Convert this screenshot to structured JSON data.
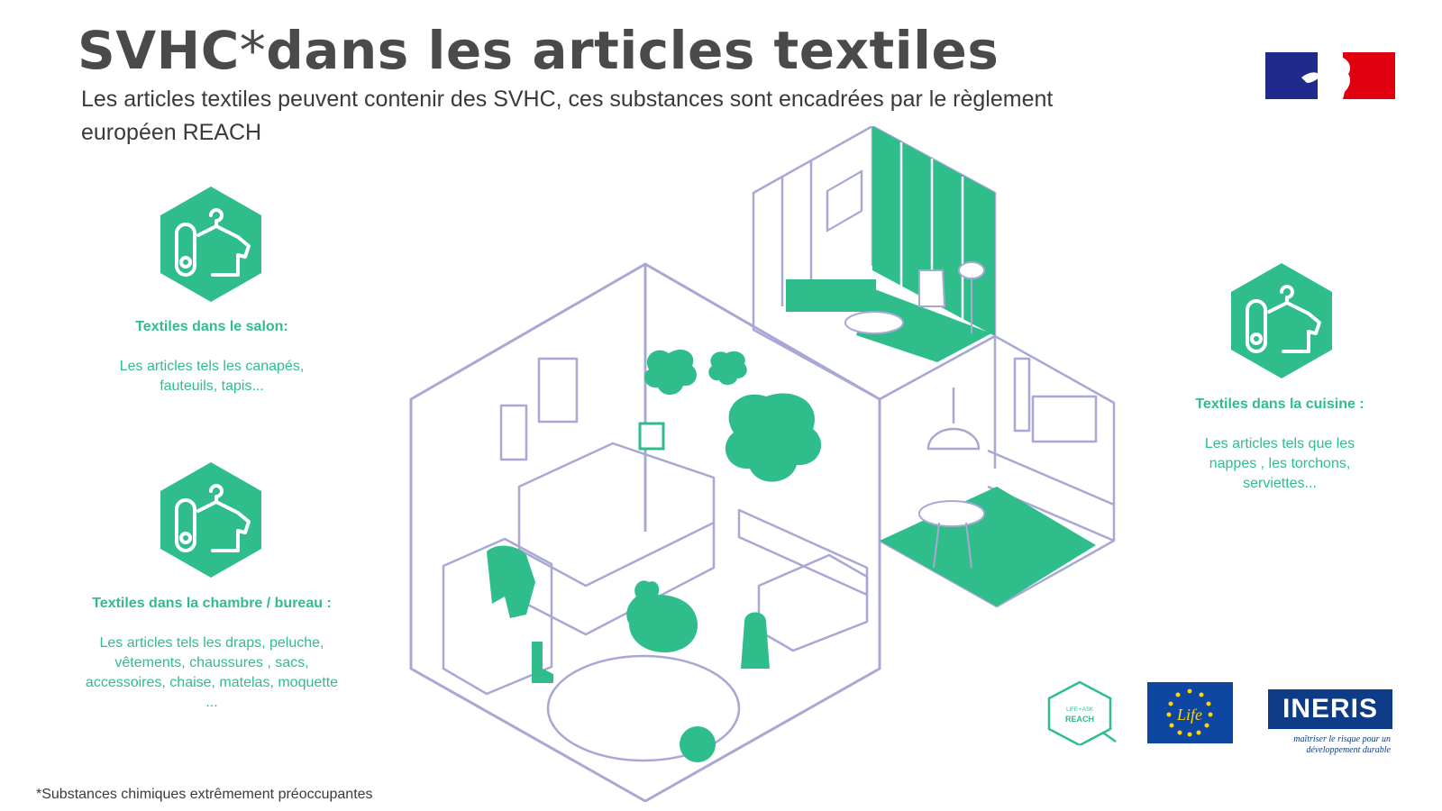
{
  "header": {
    "title_main": "SVHC",
    "title_star": "*",
    "title_rest": "dans les articles textiles",
    "subtitle": "Les articles textiles peuvent contenir des SVHC, ces substances sont encadrées par le règlement européen REACH"
  },
  "cards": [
    {
      "icon": "textile-hanger-icon",
      "heading": "Textiles dans le salon:",
      "text": "Les articles tels les canapés, fauteuils, tapis..."
    },
    {
      "icon": "textile-hanger-icon",
      "heading": "Textiles dans la chambre / bureau :",
      "text": "Les articles tels les draps, peluche, vêtements, chaussures , sacs, accessoires, chaise, matelas, moquette ..."
    },
    {
      "icon": "textile-hanger-icon",
      "heading": "Textiles dans la cuisine :",
      "text": "Les articles tels que les nappes , les torchons, serviettes..."
    }
  ],
  "footnote": "*Substances chimiques extrêmement préoccupantes",
  "logos": {
    "ask_reach_line1": "LIFE • ASK",
    "ask_reach_line2": "REACH",
    "eu_life": "Life",
    "ineris": "INERIS",
    "ineris_tagline": "maîtriser le risque pour un développement durable"
  },
  "colors": {
    "accent": "#2fbd8b",
    "line": "#a8a8d4",
    "title": "#4a4a4a",
    "eu_blue": "#0e47a1",
    "ineris_blue": "#0e3b85"
  }
}
